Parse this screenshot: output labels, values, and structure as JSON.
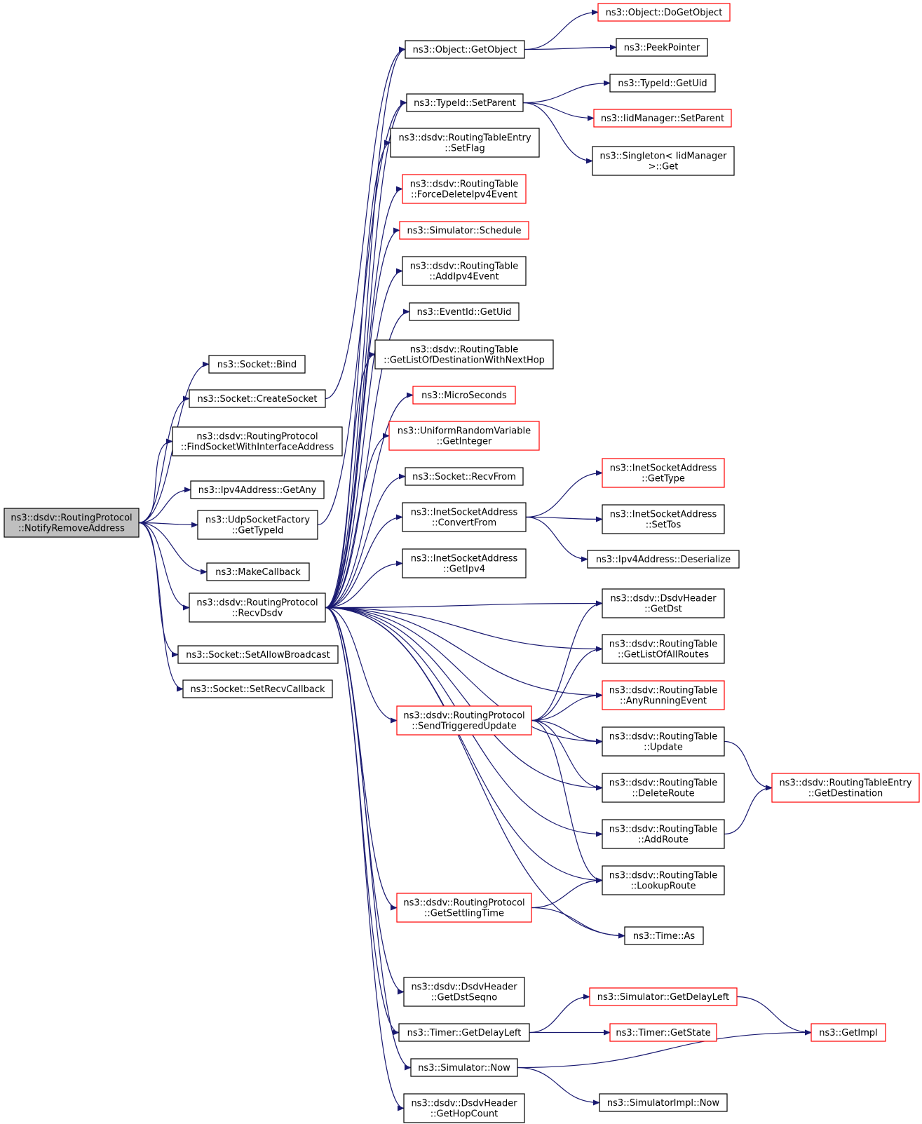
{
  "colors": {
    "edge": "#191970",
    "border_normal": "#000000",
    "border_incomplete": "#ff0000",
    "root_fill": "#bfbfbf"
  },
  "nodes": {
    "root": {
      "lines": [
        "ns3::dsdv::RoutingProtocol",
        "::NotifyRemoveAddress"
      ],
      "kind": "root"
    },
    "bind": {
      "lines": [
        "ns3::Socket::Bind"
      ],
      "kind": "normal"
    },
    "createsocket": {
      "lines": [
        "ns3::Socket::CreateSocket"
      ],
      "kind": "normal"
    },
    "findsocket": {
      "lines": [
        "ns3::dsdv::RoutingProtocol",
        "::FindSocketWithInterfaceAddress"
      ],
      "kind": "normal"
    },
    "getany": {
      "lines": [
        "ns3::Ipv4Address::GetAny"
      ],
      "kind": "normal"
    },
    "udpgettypeid": {
      "lines": [
        "ns3::UdpSocketFactory",
        "::GetTypeId"
      ],
      "kind": "normal"
    },
    "makecallback": {
      "lines": [
        "ns3::MakeCallback"
      ],
      "kind": "normal"
    },
    "recvdsdv": {
      "lines": [
        "ns3::dsdv::RoutingProtocol",
        "::RecvDsdv"
      ],
      "kind": "normal"
    },
    "setallowbroadcast": {
      "lines": [
        "ns3::Socket::SetAllowBroadcast"
      ],
      "kind": "normal"
    },
    "setrecvcallback": {
      "lines": [
        "ns3::Socket::SetRecvCallback"
      ],
      "kind": "normal"
    },
    "getobject": {
      "lines": [
        "ns3::Object::GetObject"
      ],
      "kind": "normal"
    },
    "settypeid": {
      "lines": [
        "ns3::TypeId::SetParent"
      ],
      "kind": "normal"
    },
    "setflag": {
      "lines": [
        "ns3::dsdv::RoutingTableEntry",
        "::SetFlag"
      ],
      "kind": "normal"
    },
    "forcedelete": {
      "lines": [
        "ns3::dsdv::RoutingTable",
        "::ForceDeleteIpv4Event"
      ],
      "kind": "red"
    },
    "schedule": {
      "lines": [
        "ns3::Simulator::Schedule"
      ],
      "kind": "red"
    },
    "addipv4event": {
      "lines": [
        "ns3::dsdv::RoutingTable",
        "::AddIpv4Event"
      ],
      "kind": "normal"
    },
    "eventidgetuid": {
      "lines": [
        "ns3::EventId::GetUid"
      ],
      "kind": "normal"
    },
    "getlistnexthop": {
      "lines": [
        "ns3::dsdv::RoutingTable",
        "::GetListOfDestinationWithNextHop"
      ],
      "kind": "normal"
    },
    "microseconds": {
      "lines": [
        "ns3::MicroSeconds"
      ],
      "kind": "red"
    },
    "getinteger": {
      "lines": [
        "ns3::UniformRandomVariable",
        "::GetInteger"
      ],
      "kind": "red"
    },
    "recvfrom": {
      "lines": [
        "ns3::Socket::RecvFrom"
      ],
      "kind": "normal"
    },
    "convertfrom": {
      "lines": [
        "ns3::InetSocketAddress",
        "::ConvertFrom"
      ],
      "kind": "normal"
    },
    "getipv4": {
      "lines": [
        "ns3::InetSocketAddress",
        "::GetIpv4"
      ],
      "kind": "normal"
    },
    "sendtriggered": {
      "lines": [
        "ns3::dsdv::RoutingProtocol",
        "::SendTriggeredUpdate"
      ],
      "kind": "red"
    },
    "getsettling": {
      "lines": [
        "ns3::dsdv::RoutingProtocol",
        "::GetSettlingTime"
      ],
      "kind": "red"
    },
    "getdstseqno": {
      "lines": [
        "ns3::dsdv::DsdvHeader",
        "::GetDstSeqno"
      ],
      "kind": "normal"
    },
    "timergetdelayleft": {
      "lines": [
        "ns3::Timer::GetDelayLeft"
      ],
      "kind": "normal"
    },
    "simnow": {
      "lines": [
        "ns3::Simulator::Now"
      ],
      "kind": "normal"
    },
    "gethopcount": {
      "lines": [
        "ns3::dsdv::DsdvHeader",
        "::GetHopCount"
      ],
      "kind": "normal"
    },
    "dogetobject": {
      "lines": [
        "ns3::Object::DoGetObject"
      ],
      "kind": "red"
    },
    "peekpointer": {
      "lines": [
        "ns3::PeekPointer"
      ],
      "kind": "normal"
    },
    "typeidgetuid": {
      "lines": [
        "ns3::TypeId::GetUid"
      ],
      "kind": "normal"
    },
    "iidsetparent": {
      "lines": [
        "ns3::IidManager::SetParent"
      ],
      "kind": "red"
    },
    "singletonget": {
      "lines": [
        "ns3::Singleton< IidManager",
        ">::Get"
      ],
      "kind": "normal"
    },
    "inetgettype": {
      "lines": [
        "ns3::InetSocketAddress",
        "::GetType"
      ],
      "kind": "red"
    },
    "settos": {
      "lines": [
        "ns3::InetSocketAddress",
        "::SetTos"
      ],
      "kind": "normal"
    },
    "deserialize": {
      "lines": [
        "ns3::Ipv4Address::Deserialize"
      ],
      "kind": "normal"
    },
    "getdst": {
      "lines": [
        "ns3::dsdv::DsdvHeader",
        "::GetDst"
      ],
      "kind": "normal"
    },
    "getlistall": {
      "lines": [
        "ns3::dsdv::RoutingTable",
        "::GetListOfAllRoutes"
      ],
      "kind": "normal"
    },
    "anyrunning": {
      "lines": [
        "ns3::dsdv::RoutingTable",
        "::AnyRunningEvent"
      ],
      "kind": "red"
    },
    "update": {
      "lines": [
        "ns3::dsdv::RoutingTable",
        "::Update"
      ],
      "kind": "normal"
    },
    "deleteroute": {
      "lines": [
        "ns3::dsdv::RoutingTable",
        "::DeleteRoute"
      ],
      "kind": "normal"
    },
    "addroute": {
      "lines": [
        "ns3::dsdv::RoutingTable",
        "::AddRoute"
      ],
      "kind": "normal"
    },
    "lookuproute": {
      "lines": [
        "ns3::dsdv::RoutingTable",
        "::LookupRoute"
      ],
      "kind": "normal"
    },
    "timeas": {
      "lines": [
        "ns3::Time::As"
      ],
      "kind": "normal"
    },
    "simgetdelayleft": {
      "lines": [
        "ns3::Simulator::GetDelayLeft"
      ],
      "kind": "red"
    },
    "timergetstate": {
      "lines": [
        "ns3::Timer::GetState"
      ],
      "kind": "red"
    },
    "simimplnow": {
      "lines": [
        "ns3::SimulatorImpl::Now"
      ],
      "kind": "normal"
    },
    "getdestination": {
      "lines": [
        "ns3::dsdv::RoutingTableEntry",
        "::GetDestination"
      ],
      "kind": "red"
    },
    "getimpl": {
      "lines": [
        "ns3::GetImpl"
      ],
      "kind": "red"
    }
  },
  "edges": [
    [
      "root",
      "bind"
    ],
    [
      "root",
      "createsocket"
    ],
    [
      "root",
      "findsocket"
    ],
    [
      "root",
      "getany"
    ],
    [
      "root",
      "udpgettypeid"
    ],
    [
      "root",
      "makecallback"
    ],
    [
      "root",
      "recvdsdv"
    ],
    [
      "root",
      "setallowbroadcast"
    ],
    [
      "root",
      "setrecvcallback"
    ],
    [
      "createsocket",
      "getobject"
    ],
    [
      "udpgettypeid",
      "settypeid"
    ],
    [
      "getobject",
      "dogetobject"
    ],
    [
      "getobject",
      "peekpointer"
    ],
    [
      "settypeid",
      "typeidgetuid"
    ],
    [
      "settypeid",
      "iidsetparent"
    ],
    [
      "settypeid",
      "singletonget"
    ],
    [
      "recvdsdv",
      "getobject"
    ],
    [
      "recvdsdv",
      "settypeid"
    ],
    [
      "recvdsdv",
      "setflag"
    ],
    [
      "recvdsdv",
      "forcedelete"
    ],
    [
      "recvdsdv",
      "schedule"
    ],
    [
      "recvdsdv",
      "addipv4event"
    ],
    [
      "recvdsdv",
      "eventidgetuid"
    ],
    [
      "recvdsdv",
      "getlistnexthop"
    ],
    [
      "recvdsdv",
      "microseconds"
    ],
    [
      "recvdsdv",
      "getinteger"
    ],
    [
      "recvdsdv",
      "recvfrom"
    ],
    [
      "recvdsdv",
      "convertfrom"
    ],
    [
      "recvdsdv",
      "getipv4"
    ],
    [
      "recvdsdv",
      "getdst"
    ],
    [
      "recvdsdv",
      "getlistall"
    ],
    [
      "recvdsdv",
      "anyrunning"
    ],
    [
      "recvdsdv",
      "sendtriggered"
    ],
    [
      "recvdsdv",
      "update"
    ],
    [
      "recvdsdv",
      "deleteroute"
    ],
    [
      "recvdsdv",
      "addroute"
    ],
    [
      "recvdsdv",
      "lookuproute"
    ],
    [
      "recvdsdv",
      "getsettling"
    ],
    [
      "recvdsdv",
      "timeas"
    ],
    [
      "recvdsdv",
      "getdstseqno"
    ],
    [
      "recvdsdv",
      "timergetdelayleft"
    ],
    [
      "recvdsdv",
      "simnow"
    ],
    [
      "recvdsdv",
      "gethopcount"
    ],
    [
      "convertfrom",
      "inetgettype"
    ],
    [
      "convertfrom",
      "settos"
    ],
    [
      "convertfrom",
      "deserialize"
    ],
    [
      "sendtriggered",
      "getdst"
    ],
    [
      "sendtriggered",
      "getlistall"
    ],
    [
      "sendtriggered",
      "anyrunning"
    ],
    [
      "sendtriggered",
      "update"
    ],
    [
      "sendtriggered",
      "deleteroute"
    ],
    [
      "sendtriggered",
      "lookuproute"
    ],
    [
      "getsettling",
      "lookuproute"
    ],
    [
      "getsettling",
      "timeas"
    ],
    [
      "update",
      "getdestination"
    ],
    [
      "addroute",
      "getdestination"
    ],
    [
      "timergetdelayleft",
      "simgetdelayleft"
    ],
    [
      "timergetdelayleft",
      "timergetstate"
    ],
    [
      "simgetdelayleft",
      "getimpl"
    ],
    [
      "simnow",
      "getimpl"
    ],
    [
      "simnow",
      "simimplnow"
    ]
  ]
}
